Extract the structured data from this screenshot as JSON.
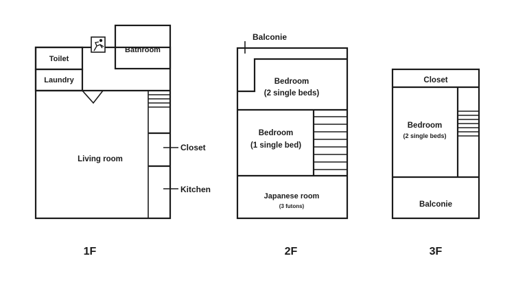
{
  "floor_labels": [
    "1F",
    "2F",
    "3F"
  ],
  "floor1": {
    "toilet": "Toilet",
    "laundry": "Laundry",
    "bathroom": "Bathroom",
    "living_room": "Living room",
    "closet": "Closet",
    "kitchen": "Kitchen",
    "exit_icon": "emergency-exit-icon"
  },
  "floor2": {
    "balcony": "Balconie",
    "bedroom_a_title": "Bedroom",
    "bedroom_a_note": "(2 single beds)",
    "bedroom_b_title": "Bedroom",
    "bedroom_b_note": "(1 single bed)",
    "japanese_room": "Japanese room",
    "japanese_room_note": "(3 futons)"
  },
  "floor3": {
    "closet": "Closet",
    "bedroom_title": "Bedroom",
    "bedroom_note": "(2 single beds)",
    "balcony": "Balconie"
  }
}
